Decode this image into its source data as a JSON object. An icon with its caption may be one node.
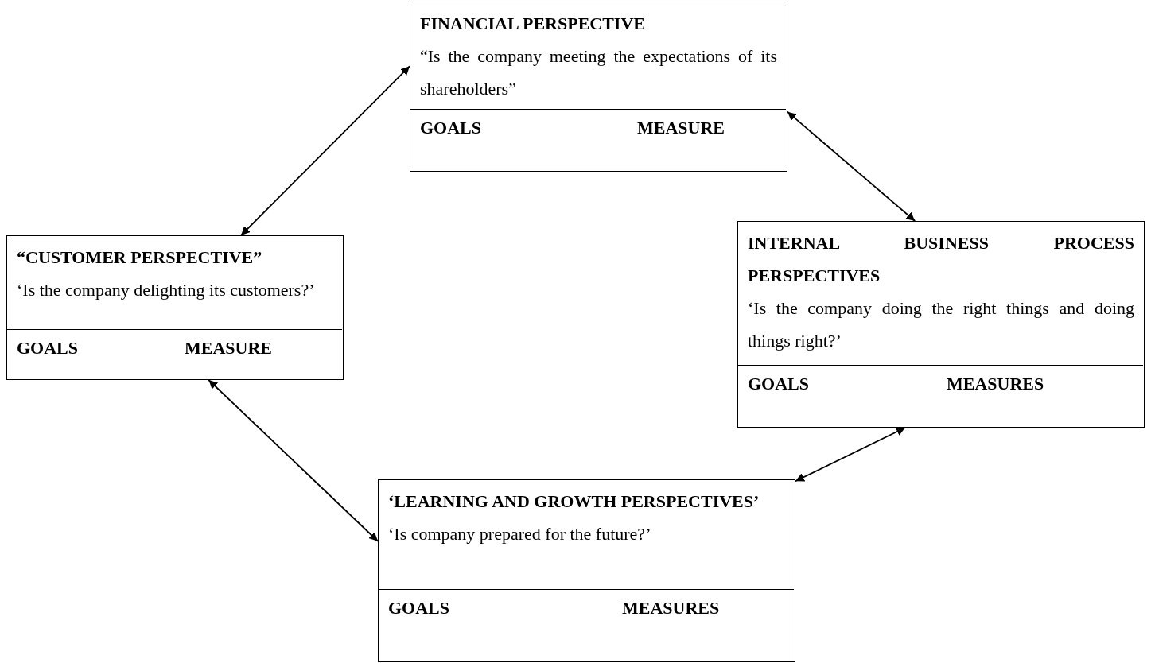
{
  "diagram": {
    "nodes": [
      {
        "text": [
          "FINANCIAL PERSPECTIVE",
          "“Is the company meeting the expectations of its shareholders”"
        ]
      },
      {
        "text": [
          "GOALS"
        ],
        "in": 0
      },
      {
        "text": [
          "MEASURE"
        ],
        "in": 0
      },
      {
        "text": [
          "“CUSTOMER PERSPECTIVE”",
          "‘Is the company delighting its customers?’"
        ]
      },
      {
        "text": [
          "GOALS"
        ],
        "in": 3
      },
      {
        "text": [
          "MEASURE"
        ],
        "in": 3
      },
      {
        "text": [
          "INTERNAL BUSINESS PROCESS PERSPECTIVES",
          "‘Is the company doing the right things and doing things right?’"
        ]
      },
      {
        "text": [
          "GOALS"
        ],
        "in": 6
      },
      {
        "text": [
          "MEASURES"
        ],
        "in": 6
      },
      {
        "text": [
          "‘LEARNING AND GROWTH PERSPECTIVES’",
          "‘Is company prepared for the future?’"
        ]
      },
      {
        "text": [
          "GOALS"
        ],
        "in": 9
      },
      {
        "text": [
          "MEASURES"
        ],
        "in": 9
      }
    ],
    "edges": [
      {
        "from": 3,
        "to": 0,
        "arrow": "both"
      },
      {
        "from": 0,
        "to": 6,
        "arrow": "both"
      },
      {
        "from": 3,
        "to": 9,
        "arrow": "both"
      },
      {
        "from": 6,
        "to": 9,
        "arrow": "both"
      }
    ]
  }
}
